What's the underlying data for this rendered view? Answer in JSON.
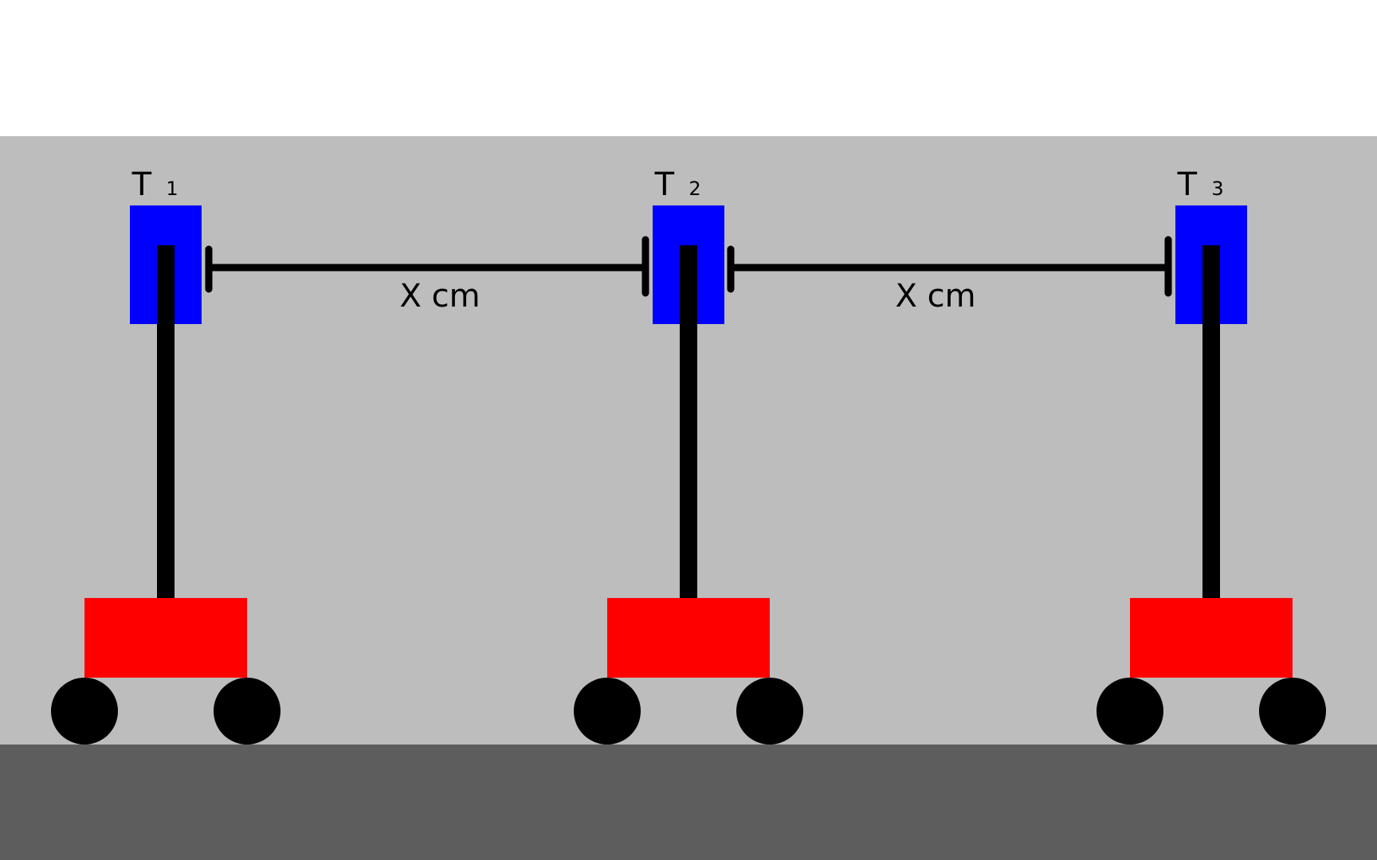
{
  "colors": {
    "sky": "#ffffff",
    "wall": "#bdbdbd",
    "floor": "#5d5d5d",
    "sensor": "#0000ff",
    "cart": "#ff0000",
    "wheel": "#000000",
    "pole": "#000000"
  },
  "trolleys": [
    {
      "label": "T",
      "sub": "1"
    },
    {
      "label": "T",
      "sub": "2"
    },
    {
      "label": "T",
      "sub": "3"
    }
  ],
  "distances": [
    {
      "label": "X cm"
    },
    {
      "label": "X cm"
    }
  ]
}
